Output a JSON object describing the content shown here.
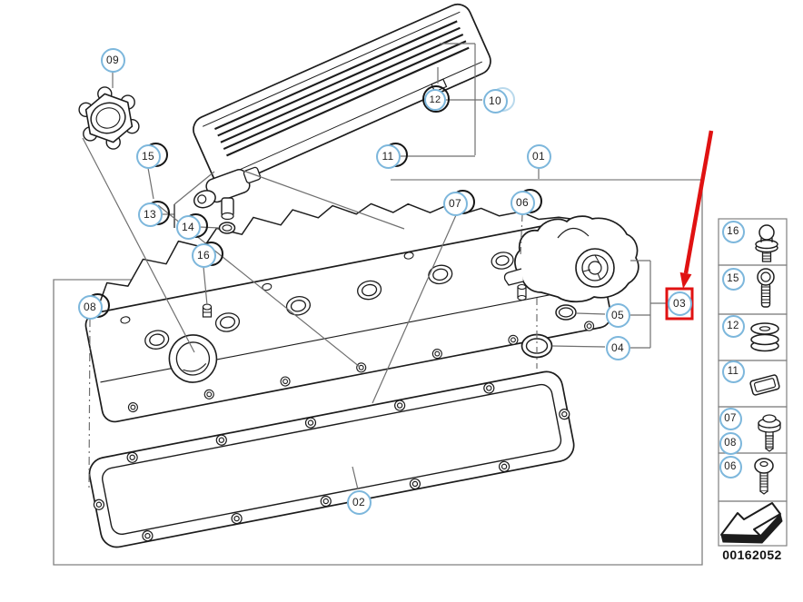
{
  "colors": {
    "balloon_stroke": "#7db7dc",
    "balloon_shadow": "#151515",
    "balloon_echo": "#b9d9ec",
    "balloon_text": "#222222",
    "leader_gray": "#6f6f6f",
    "frame_gray": "#808080",
    "art_stroke": "#1c1c1c",
    "highlight_red": "#e01212"
  },
  "diagram": {
    "callouts": [
      {
        "label": "09"
      },
      {
        "label": "15"
      },
      {
        "label": "13"
      },
      {
        "label": "14"
      },
      {
        "label": "16"
      },
      {
        "label": "08"
      },
      {
        "label": "12"
      },
      {
        "label": "10"
      },
      {
        "label": "11"
      },
      {
        "label": "01"
      },
      {
        "label": "07"
      },
      {
        "label": "06"
      },
      {
        "label": "05"
      },
      {
        "label": "04"
      },
      {
        "label": "03"
      },
      {
        "label": "02"
      }
    ],
    "highlighted_callout": "03"
  },
  "legend": {
    "rows": [
      {
        "labels": [
          "16"
        ],
        "icon": "ball-stud-icon"
      },
      {
        "labels": [
          "15"
        ],
        "icon": "cap-screw-icon"
      },
      {
        "labels": [
          "12"
        ],
        "icon": "rubber-grommet-icon"
      },
      {
        "labels": [
          "11"
        ],
        "icon": "cover-clip-icon"
      },
      {
        "labels": [
          "07",
          "08"
        ],
        "icon": "washer-screw-icon"
      },
      {
        "labels": [
          "06"
        ],
        "icon": "pan-head-screw-icon"
      },
      {
        "labels": [],
        "icon": "exploded-view-arrow-icon"
      }
    ],
    "part_number": "00162052"
  }
}
